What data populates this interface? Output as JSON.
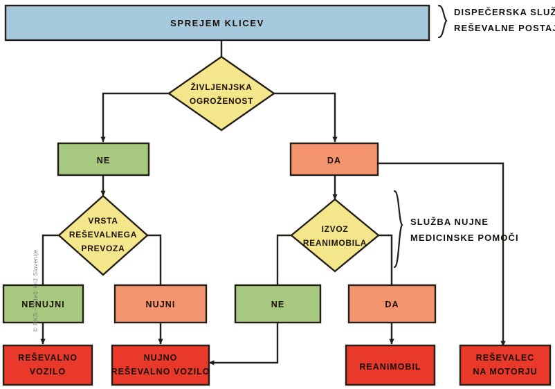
{
  "chart_data": {
    "type": "diagram",
    "title": "SPREJEM KLICEV",
    "diagram_kind": "flowchart",
    "language": "sl",
    "colors": {
      "header_blue": "#a6c9dd",
      "decision_yellow": "#f4e68a",
      "no_green": "#a6c87f",
      "yes_salmon": "#f59570",
      "outcome_red": "#e8392a",
      "stroke": "#231f18",
      "text": "#1a1008"
    },
    "nodes": [
      {
        "id": "n1",
        "label": "SPREJEM KLICEV",
        "shape": "rect",
        "color": "#a6c9dd",
        "level": 0
      },
      {
        "id": "n2",
        "label": "ŽIVLJENJSKA OGROŽENOST",
        "shape": "diamond",
        "color": "#f4e68a",
        "level": 1
      },
      {
        "id": "n3",
        "label": "NE",
        "shape": "rect",
        "color": "#a6c87f",
        "level": 2
      },
      {
        "id": "n4",
        "label": "DA",
        "shape": "rect",
        "color": "#f59570",
        "level": 2
      },
      {
        "id": "n5",
        "label": "VRSTA REŠEVALNEGA PREVOZA",
        "shape": "diamond",
        "color": "#f4e68a",
        "level": 3
      },
      {
        "id": "n6",
        "label": "IZVOZ REANIMOBILA",
        "shape": "diamond",
        "color": "#f4e68a",
        "level": 3
      },
      {
        "id": "n7",
        "label": "NENUJNI",
        "shape": "rect",
        "color": "#a6c87f",
        "level": 4
      },
      {
        "id": "n8",
        "label": "NUJNI",
        "shape": "rect",
        "color": "#f59570",
        "level": 4
      },
      {
        "id": "n9",
        "label": "NE",
        "shape": "rect",
        "color": "#a6c87f",
        "level": 4
      },
      {
        "id": "n10",
        "label": "DA",
        "shape": "rect",
        "color": "#f59570",
        "level": 4
      },
      {
        "id": "n11",
        "label": "REŠEVALNO VOZILO",
        "shape": "rect",
        "color": "#e8392a",
        "level": 5
      },
      {
        "id": "n12",
        "label": "NUJNO REŠEVALNO VOZILO",
        "shape": "rect",
        "color": "#e8392a",
        "level": 5
      },
      {
        "id": "n13",
        "label": "REANIMOBIL",
        "shape": "rect",
        "color": "#e8392a",
        "level": 5
      },
      {
        "id": "n14",
        "label": "REŠEVALEC NA MOTORJU",
        "shape": "rect",
        "color": "#e8392a",
        "level": 5
      }
    ],
    "edges": [
      {
        "from": "n1",
        "to": "n2"
      },
      {
        "from": "n2",
        "to": "n3"
      },
      {
        "from": "n2",
        "to": "n4"
      },
      {
        "from": "n3",
        "to": "n5"
      },
      {
        "from": "n4",
        "to": "n6"
      },
      {
        "from": "n4",
        "to": "n14"
      },
      {
        "from": "n5",
        "to": "n7"
      },
      {
        "from": "n5",
        "to": "n8"
      },
      {
        "from": "n6",
        "to": "n9"
      },
      {
        "from": "n6",
        "to": "n10"
      },
      {
        "from": "n7",
        "to": "n11"
      },
      {
        "from": "n8",
        "to": "n12"
      },
      {
        "from": "n9",
        "to": "n12"
      },
      {
        "from": "n10",
        "to": "n13"
      }
    ],
    "annotations": [
      {
        "id": "a1",
        "text_line1": "DISPEČERSKA SLUŽBA",
        "text_line2": "REŠEVALNE POSTAJE",
        "brace": "right-of-header"
      },
      {
        "id": "a2",
        "text_line1": "SLUŽBA NUJNE",
        "text_line2": "MEDICINSKE POMOČI",
        "brace": "right-of-emergency-branch"
      }
    ]
  },
  "header": {
    "title": "SPREJEM KLICEV"
  },
  "nodes": {
    "decision_life_threat_line1": "ŽIVLJENJSKA",
    "decision_life_threat_line2": "OGROŽENOST",
    "branch_no": "NE",
    "branch_yes": "DA",
    "decision_transport_line1": "VRSTA",
    "decision_transport_line2": "REŠEVALNEGA",
    "decision_transport_line3": "PREVOZA",
    "decision_reanimobile_line1": "IZVOZ",
    "decision_reanimobile_line2": "REANIMOBILA",
    "non_urgent": "NENUJNI",
    "urgent": "NUJNI",
    "reanim_no": "NE",
    "reanim_yes": "DA",
    "out_ambulance_line1": "REŠEVALNO",
    "out_ambulance_line2": "VOZILO",
    "out_urgent_line1": "NUJNO",
    "out_urgent_line2": "REŠEVALNO VOZILO",
    "out_reanimobil": "REANIMOBIL",
    "out_motorcycle_line1": "REŠEVALEC",
    "out_motorcycle_line2": "NA MOTORJU"
  },
  "annotations": {
    "dispatch_line1": "DISPEČERSKA SLUŽBA",
    "dispatch_line2": "REŠEVALNE POSTAJE",
    "emergency_line1": "SLUŽBA NUJNE",
    "emergency_line2": "MEDICINSKE POMOČI"
  },
  "watermark": {
    "text": "© RKS - Rdeči križ Slovenije"
  }
}
